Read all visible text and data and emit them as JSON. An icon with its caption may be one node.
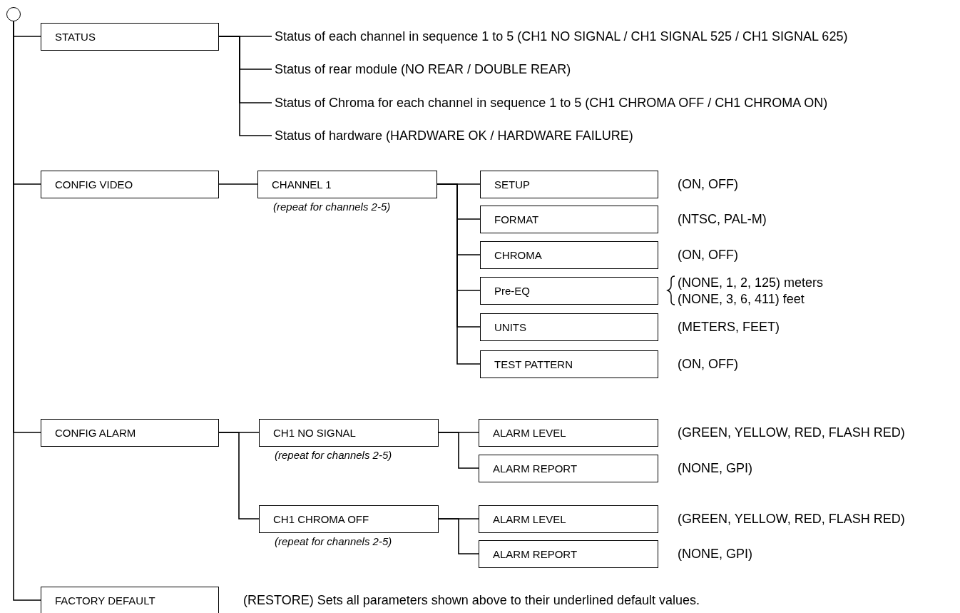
{
  "diagram": {
    "nodes": [
      {
        "text": [],
        "shape": "circle"
      },
      {
        "text": [
          "STATUS"
        ]
      },
      {
        "text": [
          "Status of each channel in sequence 1 to 5  (CH1 NO SIGNAL / CH1 SIGNAL 525 / CH1 SIGNAL 625)"
        ]
      },
      {
        "text": [
          "Status of rear module (NO REAR / DOUBLE REAR)"
        ]
      },
      {
        "text": [
          "Status of Chroma for each channel in sequence 1 to 5 (CH1 CHROMA OFF / CH1 CHROMA ON)"
        ]
      },
      {
        "text": [
          "Status of hardware  (HARDWARE OK / HARDWARE FAILURE)"
        ]
      },
      {
        "text": [
          "CONFIG VIDEO"
        ]
      },
      {
        "text": [
          "CHANNEL 1"
        ],
        "beside": [
          "(repeat for channels 2-5)"
        ]
      },
      {
        "text": [
          "SETUP"
        ],
        "beside": [
          "(ON, OFF)"
        ]
      },
      {
        "text": [
          "FORMAT"
        ],
        "beside": [
          "(NTSC, PAL-M)"
        ]
      },
      {
        "text": [
          "CHROMA"
        ],
        "beside": [
          "(ON, OFF)"
        ]
      },
      {
        "text": [
          "Pre-EQ"
        ],
        "beside": [
          "(NONE, 1, 2, 125) meters",
          "(NONE, 3, 6, 411) feet"
        ]
      },
      {
        "text": [
          "UNITS"
        ],
        "beside": [
          "(METERS, FEET)"
        ]
      },
      {
        "text": [
          "TEST PATTERN"
        ],
        "beside": [
          "(ON, OFF)"
        ]
      },
      {
        "text": [
          "CONFIG ALARM"
        ]
      },
      {
        "text": [
          "CH1 NO SIGNAL"
        ],
        "beside": [
          "(repeat for channels 2-5)"
        ]
      },
      {
        "text": [
          "ALARM LEVEL"
        ],
        "beside": [
          "(GREEN, YELLOW, RED, FLASH RED)"
        ]
      },
      {
        "text": [
          "ALARM REPORT"
        ],
        "beside": [
          "(NONE, GPI)"
        ]
      },
      {
        "text": [
          "CH1 CHROMA OFF"
        ],
        "beside": [
          "(repeat for channels 2-5)"
        ]
      },
      {
        "text": [
          "ALARM LEVEL"
        ],
        "beside": [
          "(GREEN, YELLOW, RED, FLASH RED)"
        ]
      },
      {
        "text": [
          "ALARM REPORT"
        ],
        "beside": [
          "(NONE, GPI)"
        ]
      },
      {
        "text": [
          "FACTORY DEFAULT"
        ],
        "beside": [
          "(RESTORE)  Sets all parameters shown above to their underlined default values."
        ]
      }
    ],
    "edges": [
      {
        "from": 0,
        "to": 1,
        "arrow": "none"
      },
      {
        "from": 0,
        "to": 6,
        "arrow": "none"
      },
      {
        "from": 0,
        "to": 14,
        "arrow": "none"
      },
      {
        "from": 0,
        "to": 21,
        "arrow": "none"
      },
      {
        "from": 1,
        "to": 2,
        "arrow": "none"
      },
      {
        "from": 1,
        "to": 3,
        "arrow": "none"
      },
      {
        "from": 1,
        "to": 4,
        "arrow": "none"
      },
      {
        "from": 1,
        "to": 5,
        "arrow": "none"
      },
      {
        "from": 6,
        "to": 7,
        "arrow": "none"
      },
      {
        "from": 7,
        "to": 8,
        "arrow": "none"
      },
      {
        "from": 7,
        "to": 9,
        "arrow": "none"
      },
      {
        "from": 7,
        "to": 10,
        "arrow": "none"
      },
      {
        "from": 7,
        "to": 11,
        "arrow": "none"
      },
      {
        "from": 7,
        "to": 12,
        "arrow": "none"
      },
      {
        "from": 7,
        "to": 13,
        "arrow": "none"
      },
      {
        "from": 14,
        "to": 15,
        "arrow": "none"
      },
      {
        "from": 14,
        "to": 18,
        "arrow": "none"
      },
      {
        "from": 15,
        "to": 16,
        "arrow": "none"
      },
      {
        "from": 15,
        "to": 17,
        "arrow": "none"
      },
      {
        "from": 18,
        "to": 19,
        "arrow": "none"
      },
      {
        "from": 18,
        "to": 20,
        "arrow": "none"
      }
    ]
  }
}
